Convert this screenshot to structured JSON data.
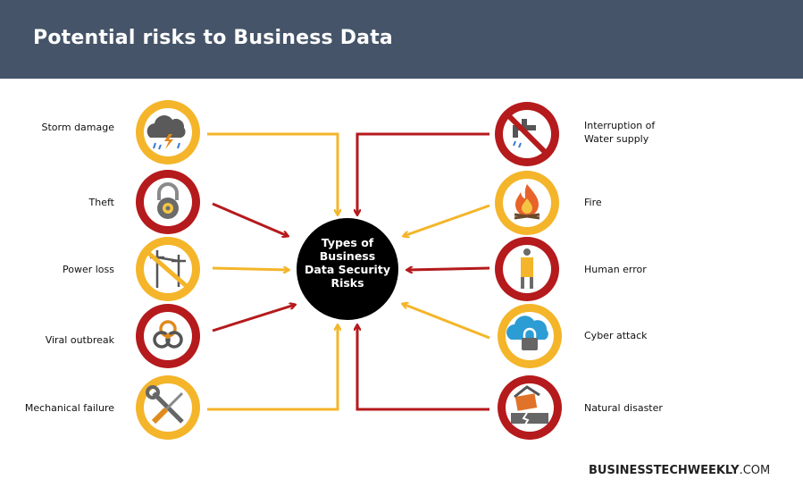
{
  "header": {
    "title": "Potential risks to Business Data"
  },
  "center": {
    "lines": [
      "Types of",
      "Business",
      "Data Security",
      "Risks"
    ]
  },
  "colors": {
    "header_bg": "#455468",
    "yellow": "#f4b52a",
    "red": "#b51a1c",
    "hub": "#000000"
  },
  "left_risks": [
    {
      "label": "Storm damage",
      "icon": "storm-cloud-icon",
      "color": "yellow"
    },
    {
      "label": "Theft",
      "icon": "padlock-icon",
      "color": "red"
    },
    {
      "label": "Power loss",
      "icon": "power-pole-icon",
      "color": "yellow"
    },
    {
      "label": "Viral outbreak",
      "icon": "biohazard-icon",
      "color": "red"
    },
    {
      "label": "Mechanical failure",
      "icon": "wrench-screwdriver-icon",
      "color": "yellow"
    }
  ],
  "right_risks": [
    {
      "label": "Interruption of Water supply",
      "icon": "no-water-tap-icon",
      "color": "red"
    },
    {
      "label": "Fire",
      "icon": "fire-icon",
      "color": "yellow"
    },
    {
      "label": "Human error",
      "icon": "person-icon",
      "color": "red"
    },
    {
      "label": "Cyber attack",
      "icon": "cloud-lock-icon",
      "color": "yellow"
    },
    {
      "label": "Natural disaster",
      "icon": "earthquake-house-icon",
      "color": "red"
    }
  ],
  "brand": {
    "bold": "BUSINESSTECHWEEKLY",
    "suffix": ".COM"
  }
}
